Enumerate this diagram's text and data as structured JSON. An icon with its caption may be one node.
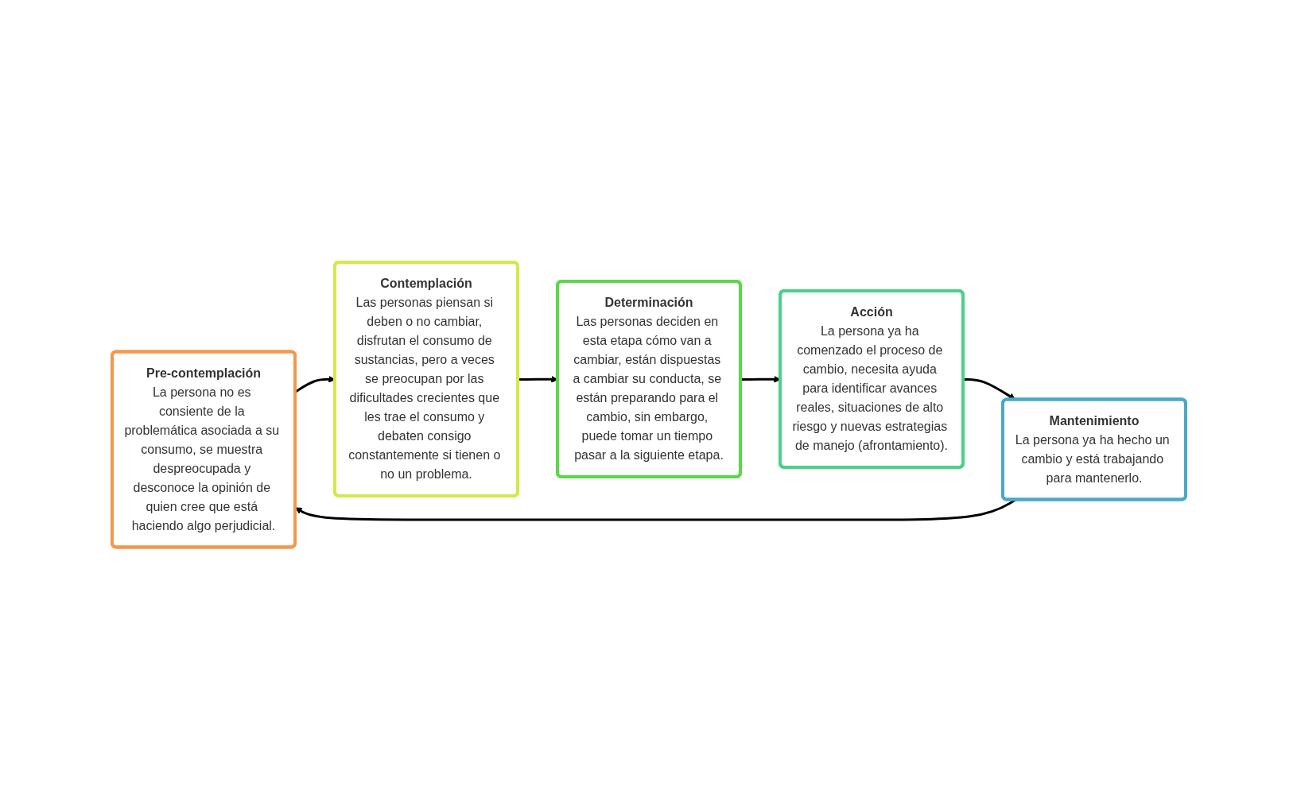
{
  "diagram": {
    "nodes": [
      {
        "text": [
          "Pre-contemplación",
          "La persona no es consiente de la problemática asociada a su consumo, se muestra despreocupada y desconoce la opinión de quien cree que está haciendo algo perjudicial."
        ]
      },
      {
        "text": [
          "Contemplación",
          "Las personas piensan si deben o no cambiar, disfrutan el consumo de sustancias, pero a veces se preocupan por las dificultades crecientes que les trae el consumo y debaten consigo constantemente si tienen o no un problema."
        ]
      },
      {
        "text": [
          "Determinación",
          "Las personas deciden en esta etapa cómo van a cambiar, están dispuestas a cambiar su conducta, se están preparando para el cambio, sin embargo, puede tomar un tiempo pasar a la siguiente etapa."
        ]
      },
      {
        "text": [
          "Acción",
          "La persona ya ha comenzado el proceso de cambio, necesita ayuda para identificar avances reales, situaciones de alto riesgo y nuevas estrategias de manejo (afrontamiento)."
        ]
      },
      {
        "text": [
          "Mantenimiento",
          "La persona ya ha hecho un cambio y está trabajando para mantenerlo."
        ]
      }
    ],
    "edges": [
      {
        "from": 0,
        "to": 1,
        "arrow": "to"
      },
      {
        "from": 1,
        "to": 2,
        "arrow": "to"
      },
      {
        "from": 2,
        "to": 3,
        "arrow": "to"
      },
      {
        "from": 3,
        "to": 4,
        "arrow": "to"
      },
      {
        "from": 4,
        "to": 0,
        "arrow": "to"
      }
    ]
  }
}
